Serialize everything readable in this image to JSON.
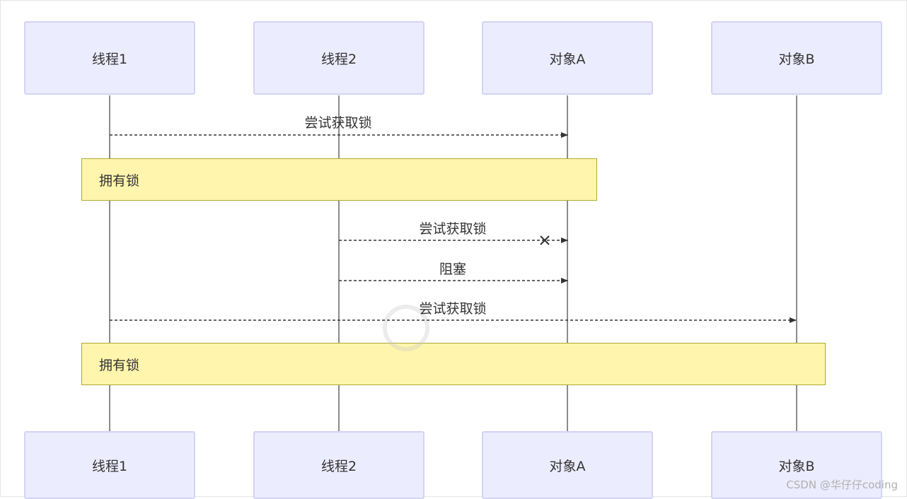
{
  "actors": [
    {
      "id": "thread1",
      "label": "线程1"
    },
    {
      "id": "thread2",
      "label": "线程2"
    },
    {
      "id": "objA",
      "label": "对象A"
    },
    {
      "id": "objB",
      "label": "对象B"
    }
  ],
  "messages": [
    {
      "from": "thread1",
      "to": "objA",
      "label": "尝试获取锁",
      "style": "dashed-arrow"
    },
    {
      "from": "thread2",
      "to": "objA",
      "label": "尝试获取锁",
      "style": "dashed-cross"
    },
    {
      "from": "thread2",
      "to": "objA",
      "label": "阻塞",
      "style": "dashed-arrow"
    },
    {
      "from": "thread1",
      "to": "objB",
      "label": "尝试获取锁",
      "style": "dashed-arrow"
    }
  ],
  "notes": [
    {
      "over": [
        "thread1",
        "objA"
      ],
      "text": "拥有锁"
    },
    {
      "over": [
        "thread1",
        "objB"
      ],
      "text": "拥有锁"
    }
  ],
  "colors": {
    "actor_fill": "#ececff",
    "actor_border": "#d3d3f5",
    "note_fill": "#fff5ad",
    "note_border": "#aaaa33",
    "line": "#333333"
  },
  "footer": {
    "watermark": "CSDN @华仔仔coding"
  }
}
